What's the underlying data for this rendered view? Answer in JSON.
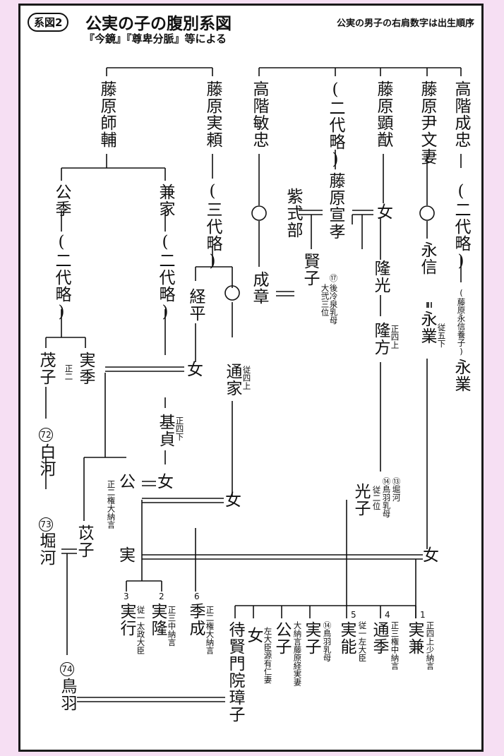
{
  "header": {
    "badge": "系図2",
    "title": "公実の子の腹別系図",
    "subtitle": "『今鏡』『尊卑分脈』等による",
    "note": "公実の男子の右肩数字は出生順序"
  },
  "people": {
    "fujiwara_morosuke": "藤原師輔",
    "fujiwara_saneyori": "藤原実頼",
    "takashina_toshitada": "高階敏忠",
    "ryaku_top": "(二代略)",
    "fujiwara_akiyoshi": "藤原顕猷",
    "fujiwara_korefumi_wife": "藤原尹文妻",
    "takashina_naritada": "高階成忠",
    "kinsue": "公季",
    "kaneie": "兼家",
    "ryaku_saneyori": "(三代略)",
    "murasaki": "紫式部",
    "nobutaka": "藤原宣孝",
    "onna_akiyoshi": "女",
    "ryaku_naritada": "(二代略)",
    "ryaku_kinsue": "(二代略)",
    "ryaku_kaneie": "(二代略)",
    "narinori": "成章",
    "katako": "賢子",
    "katako_note": "大弐三位",
    "katako_title": "後冷泉乳母",
    "katako_num": "⑰",
    "takamitsu": "隆光",
    "nagnobu": "永信",
    "nagnari_adopt_note": "(藤原永信養子)",
    "nagnari_adopt": "永業",
    "tsunehira": "経平",
    "takamasa": "隆方",
    "takamasa_rank": "正四上",
    "nagnari": "永業",
    "nagnari_rank": "従五下",
    "shigeko": "茂子",
    "sanesue": "実季",
    "sanesue_rank": "正二",
    "onna_tsunehira": "女",
    "michiie": "通家",
    "michiie_rank": "従四上",
    "motosada": "基貞",
    "motosada_rank": "正四下",
    "shirakawa_num": "72",
    "shirakawa": "白河",
    "kinzane": "公",
    "kinzane2": "実",
    "kinzane_rank": "正二権大納言",
    "onna_motosada": "女",
    "onna_michiie": "女",
    "mitsuko": "光子",
    "mitsuko_rank": "従二位",
    "mitsuko_title1": "⑭鳥羽乳母",
    "mitsuko_title2": "⑬堀河",
    "horikawa_num": "73",
    "horikawa": "堀河",
    "ikoko": "苡子",
    "onna_nagnari": "女",
    "c3": "3",
    "c2": "2",
    "c6": "6",
    "c5": "5",
    "c4": "4",
    "c1": "1",
    "saneyuki": "実行",
    "saneyuki_rank": "従一太政大臣",
    "sanetaka": "実隆",
    "sanetaka_rank": "正三中納言",
    "suenari": "季成",
    "suenari_rank": "正二権大納言",
    "taikenmon": "待賢門院璋子",
    "onna_minamoto": "女",
    "onna_minamoto_note": "左大臣源有仁妻",
    "kimiko": "公子",
    "kimiko_note": "大納言藤原経実妻",
    "saneko": "実子",
    "saneko_note": "⑭鳥羽乳母",
    "saneyoshi": "実能",
    "saneyoshi_rank": "従一左大臣",
    "michisue": "通季",
    "michisue_rank": "正三権中納言",
    "sanekane": "実兼",
    "sanekane_rank": "正四上少納言",
    "toba_num": "74",
    "toba": "鳥羽"
  }
}
